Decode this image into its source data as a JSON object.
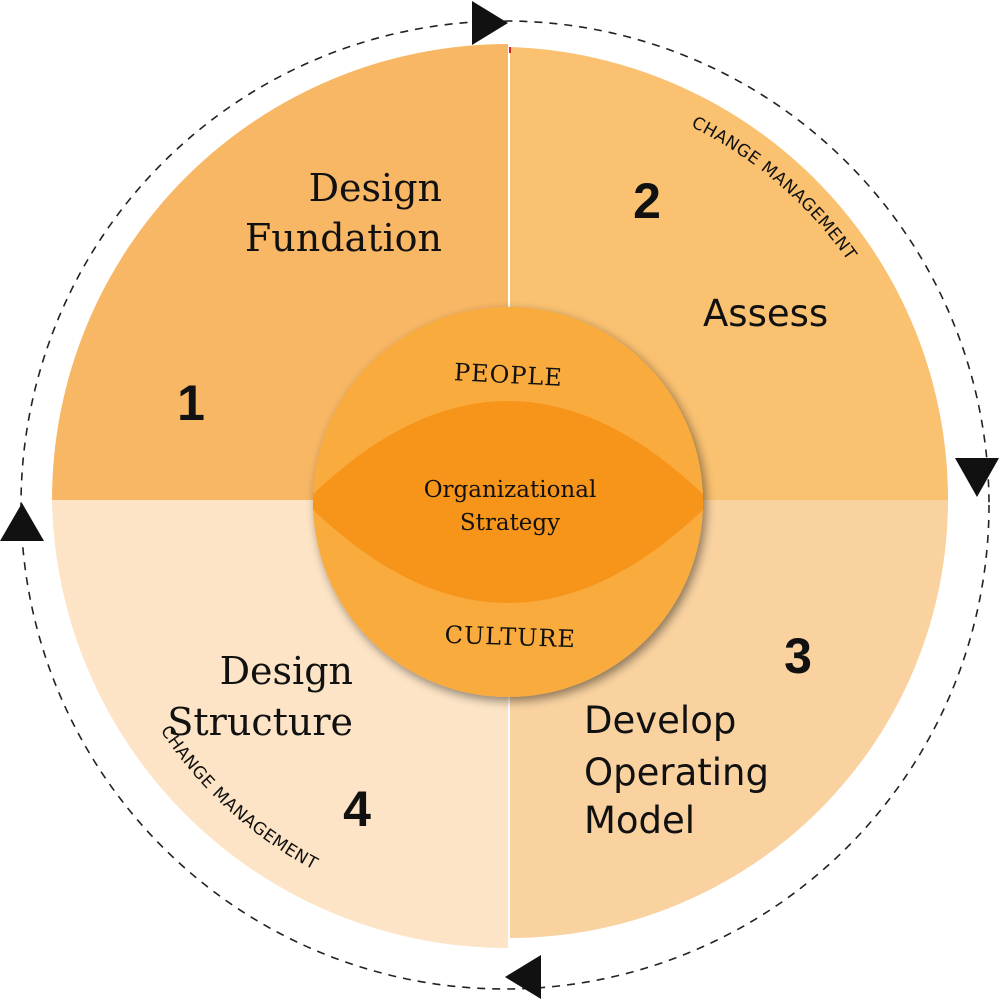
{
  "colors": {
    "q1": "#F7B765",
    "q2": "#FAC171",
    "q3": "#F9D2A0",
    "q4": "#FDE4C6",
    "center": "#F9AB3C",
    "lens": "#F7951B",
    "ring": "#222222"
  },
  "quadrants": [
    {
      "number": "1",
      "lines": [
        "Design",
        "Fundation"
      ]
    },
    {
      "number": "2",
      "lines": [
        "Assess"
      ]
    },
    {
      "number": "3",
      "lines": [
        "Develop",
        "Operating",
        "Model"
      ]
    },
    {
      "number": "4",
      "lines": [
        "Design",
        "Structure"
      ]
    }
  ],
  "center": {
    "top": "PEOPLE",
    "middle": [
      "Organizational",
      "Strategy"
    ],
    "bottom": "CULTURE"
  },
  "ring": {
    "label_top": "CHANGE MANAGEMENT",
    "label_bottom": "CHANGE MANAGEMENT",
    "arrows": [
      "arrow-right",
      "arrow-down",
      "arrow-left",
      "arrow-up"
    ]
  }
}
